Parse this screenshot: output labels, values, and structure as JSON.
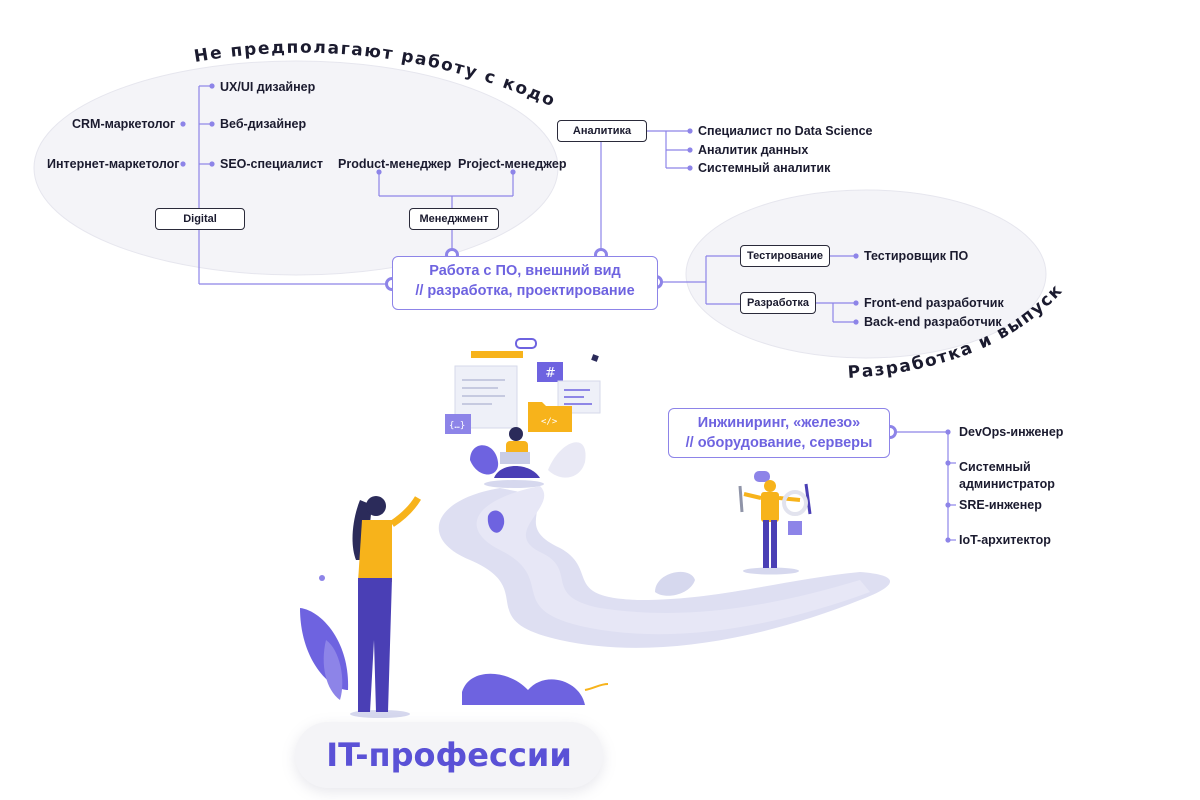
{
  "arc_labels": {
    "no_code": "Не предполагают работу с кодом",
    "dev_release": "Разработка и выпуск сайта"
  },
  "digital": {
    "box": "Digital",
    "items": [
      "UX/UI дизайнер",
      "Веб-дизайнер",
      "SEO-специалист"
    ],
    "marketers": [
      "CRM-маркетолог",
      "Интернет-маркетолог"
    ]
  },
  "management": {
    "box": "Менеджмент",
    "items": [
      "Product-менеджер",
      "Project-менеджер"
    ]
  },
  "analytics": {
    "box": "Аналитика",
    "items": [
      "Специалист по Data Science",
      "Аналитик данных",
      "Системный аналитик"
    ]
  },
  "software": {
    "line1": "Работа с ПО, внешний вид",
    "line2": "// разработка, проектирование"
  },
  "testing": {
    "box": "Тестирование",
    "items": [
      "Тестировщик ПО"
    ]
  },
  "development": {
    "box": "Разработка",
    "items": [
      "Front-end разработчик",
      "Back-end разработчик"
    ]
  },
  "engineering": {
    "line1": "Инжиниринг, «железо»",
    "line2": "// оборудование, серверы",
    "items": [
      "DevOps-инженер",
      "Системный администратор",
      "SRE-инженер",
      "IoT-архитектор"
    ]
  },
  "title": "IT-профессии",
  "colors": {
    "accent": "#6e63e0",
    "line": "#8d84e8",
    "path": "#dcdcf0",
    "yellow": "#f7b31b",
    "ink": "#1b1b2f"
  }
}
